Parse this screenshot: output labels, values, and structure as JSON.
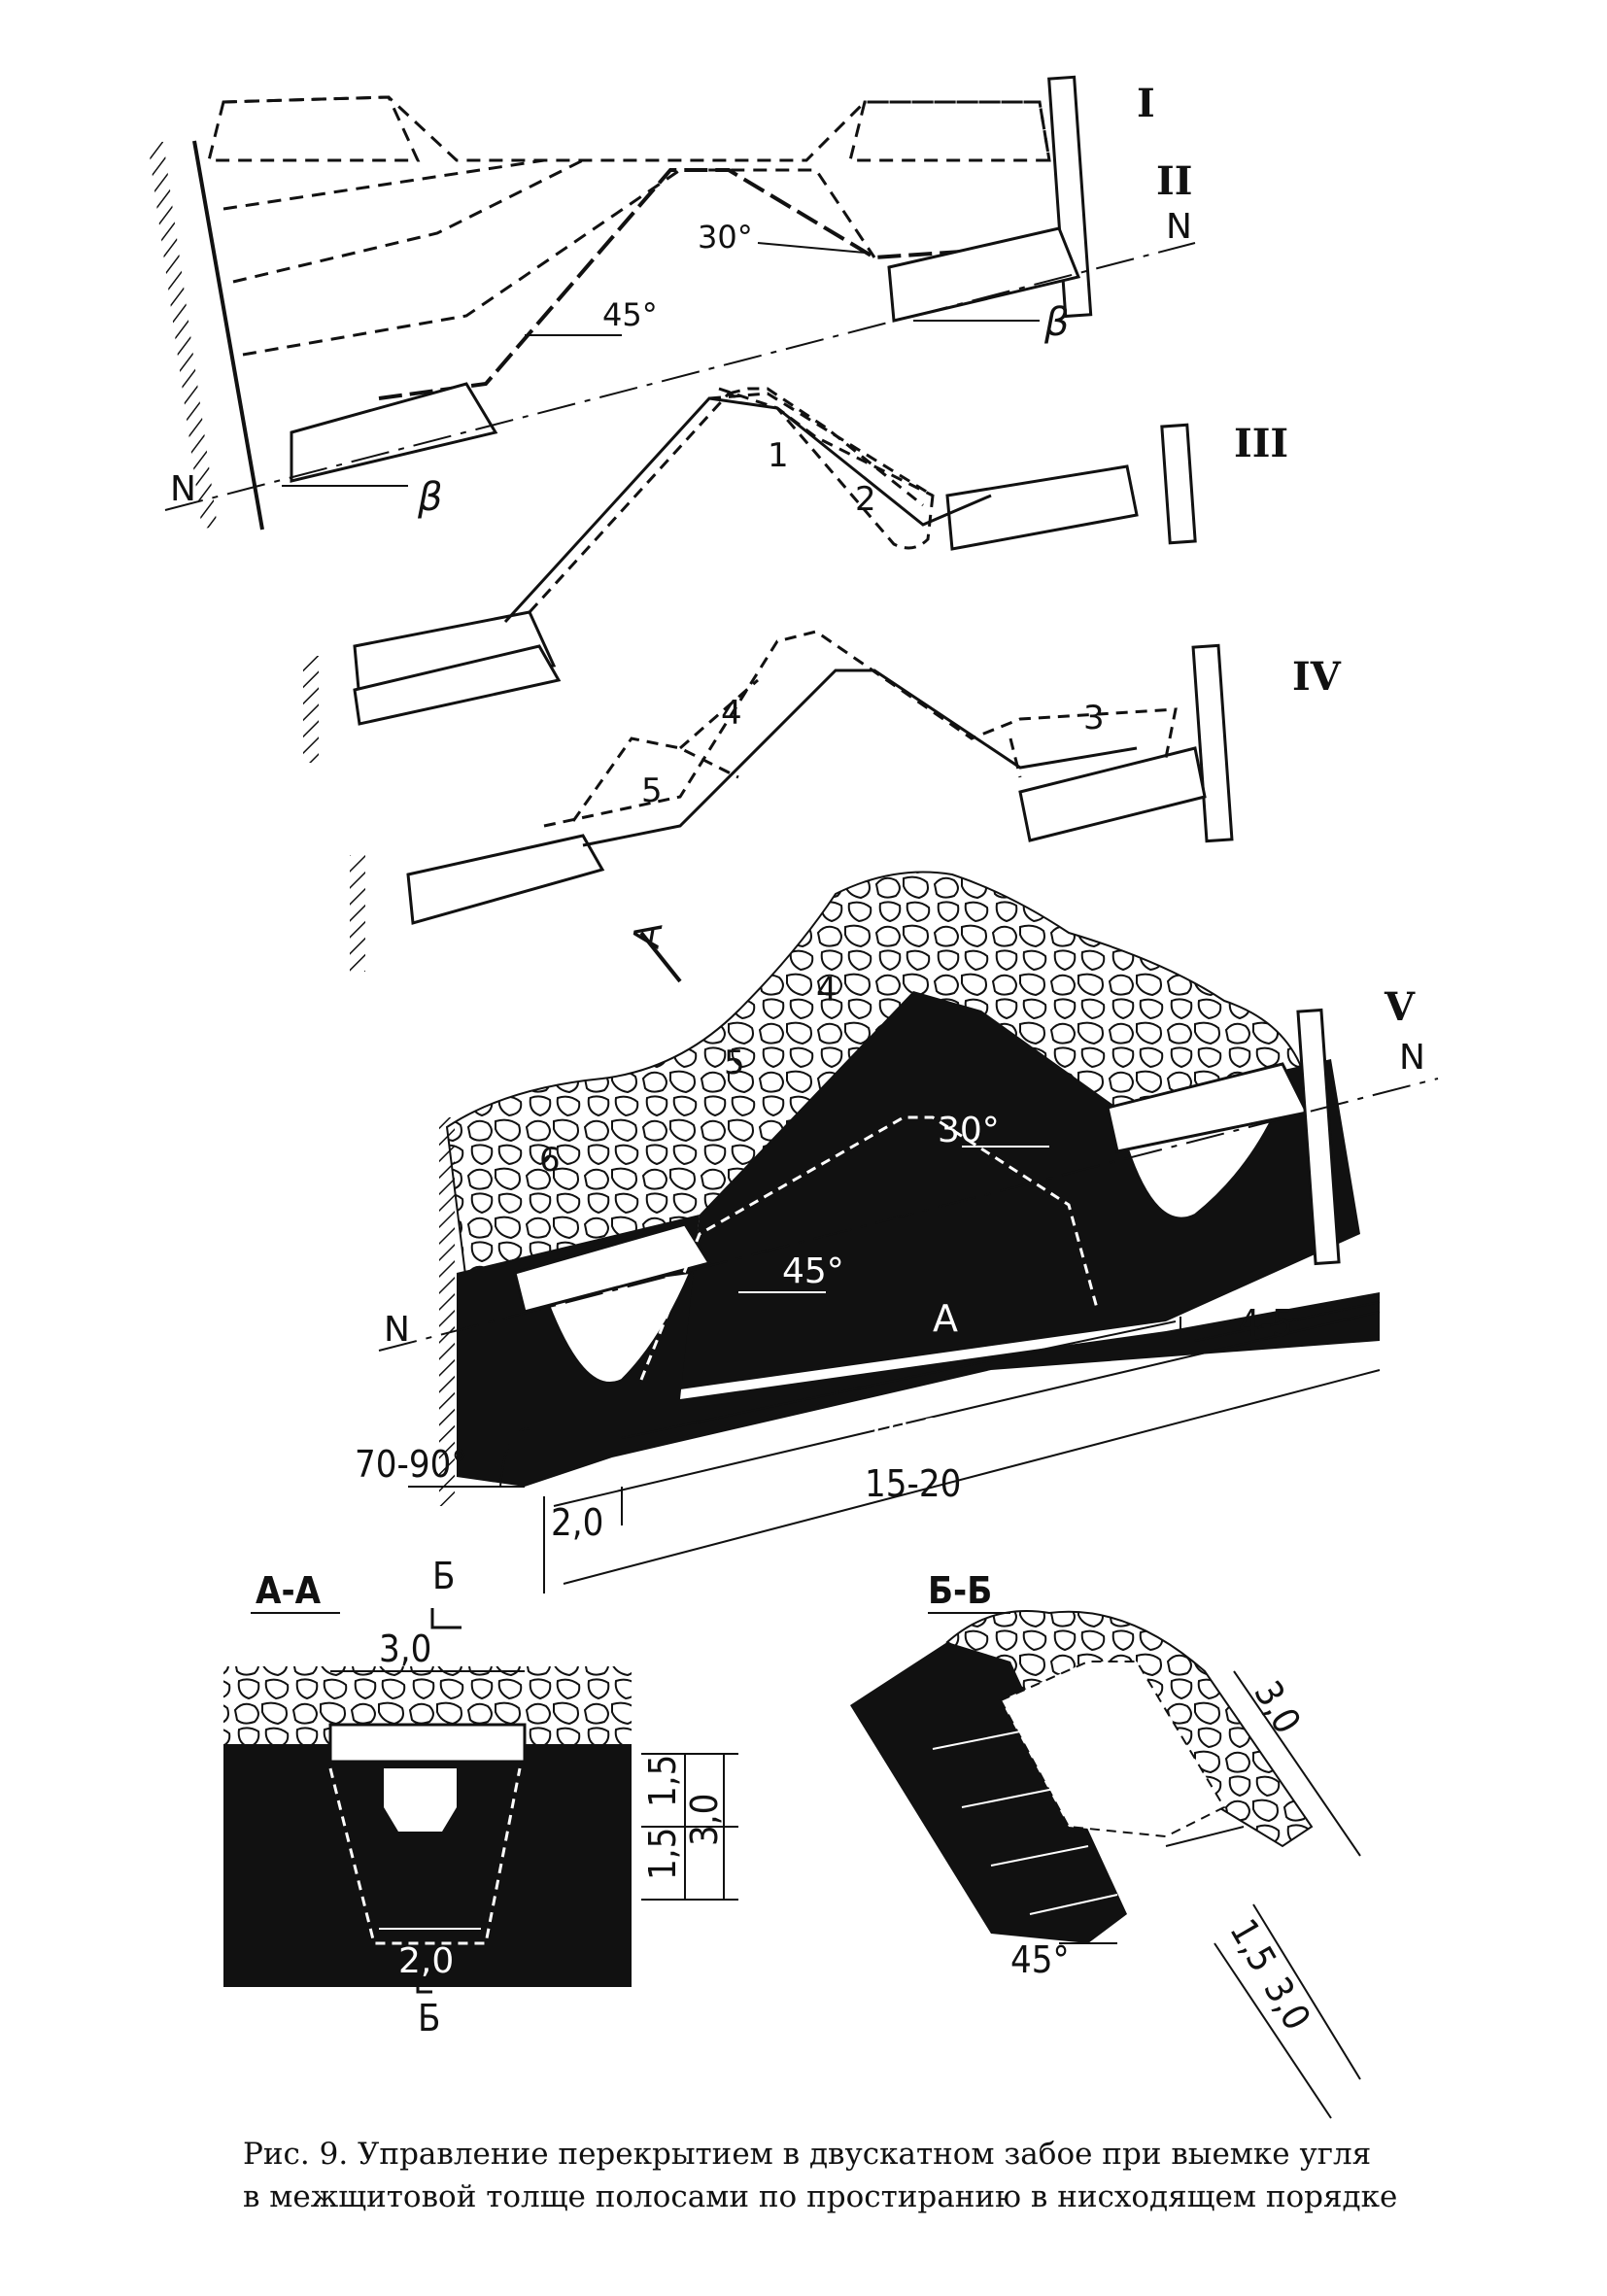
{
  "labels": {
    "stage_1": "I",
    "stage_2": "II",
    "stage_3": "III",
    "stage_4": "IV",
    "stage_5": "V",
    "north": "N",
    "beta": "β",
    "angle_30": "30°",
    "angle_45": "45°",
    "angle_70_90": "70-90°",
    "strip_1": "1",
    "strip_2": "2",
    "strip_3": "3",
    "strip_4": "4",
    "strip_5": "5",
    "strip_6": "6",
    "section_a": "A",
    "section_b": "Б",
    "section_aa": "А-А",
    "section_bb": "Б-Б",
    "dim_2_0": "2,0",
    "dim_15_20": "15-20",
    "dim_10_15": "10-15",
    "dim_4_5": "4-5",
    "dim_3_0": "3,0",
    "dim_1_5": "1,5",
    "dim_45": "45°"
  },
  "caption": {
    "line1": "Рис. 9. Управление перекрытием в двускатном забое при выемке угля",
    "line2": "в межщитовой толще полосами по простиранию в нисходящем порядке"
  }
}
